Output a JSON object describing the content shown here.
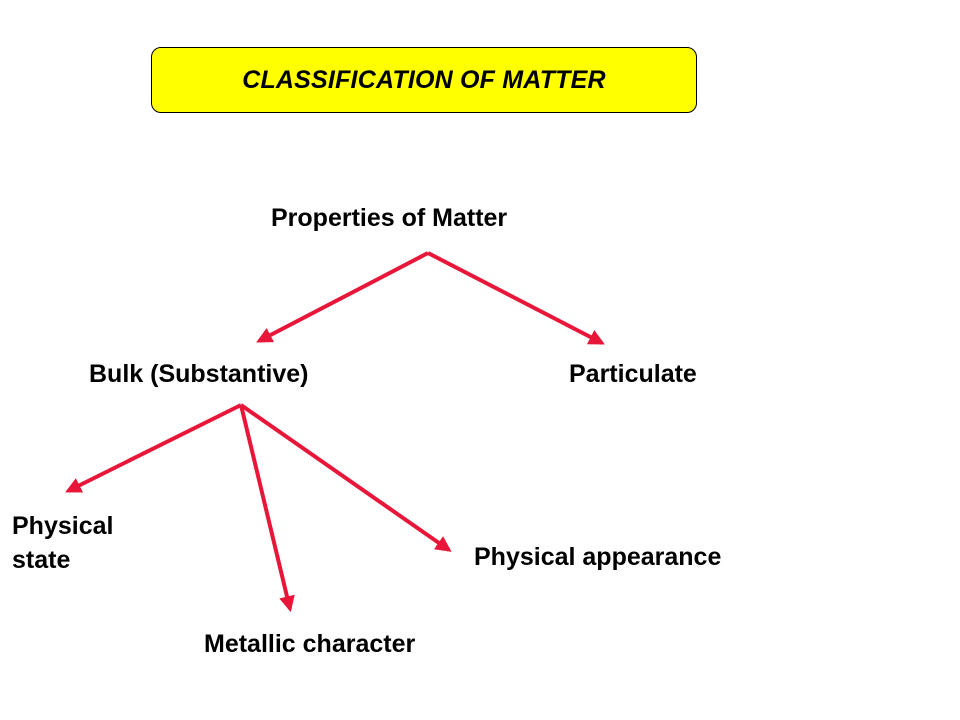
{
  "title": "CLASSIFICATION OF MATTER",
  "colors": {
    "title_background": "#ffff00",
    "arrow": "#e8173a",
    "text": "#000000"
  },
  "nodes": {
    "root": "Properties of Matter",
    "bulk": "Bulk (Substantive)",
    "particulate": "Particulate",
    "physical_state": "Physical state",
    "metallic_character": "Metallic character",
    "physical_appearance": "Physical appearance"
  },
  "edges": [
    {
      "from": "root",
      "to": "bulk"
    },
    {
      "from": "root",
      "to": "particulate"
    },
    {
      "from": "bulk",
      "to": "physical_state"
    },
    {
      "from": "bulk",
      "to": "metallic_character"
    },
    {
      "from": "bulk",
      "to": "physical_appearance"
    }
  ]
}
